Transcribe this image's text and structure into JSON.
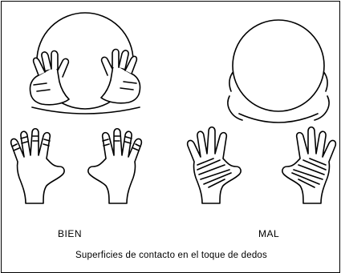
{
  "labels": {
    "good": "BIEN",
    "bad": "MAL"
  },
  "caption": "Superficies de contacto en el toque de dedos",
  "colors": {
    "ink": "#000000",
    "background": "#ffffff"
  },
  "illustrations": {
    "good": "ball-held-with-fingertips-icon",
    "bad": "ball-held-with-palms-icon"
  }
}
